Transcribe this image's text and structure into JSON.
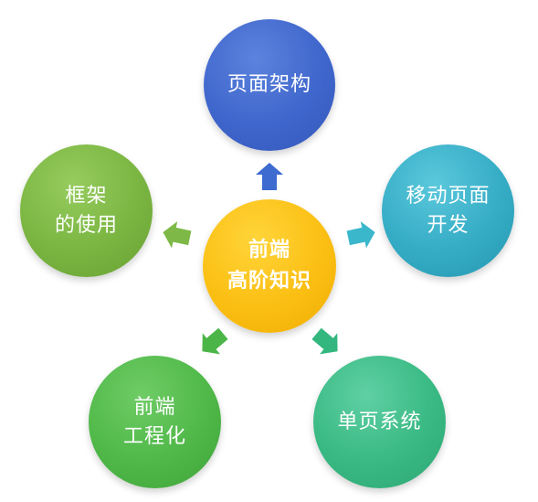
{
  "center": {
    "lines": [
      "前端",
      "高阶知识"
    ],
    "color": "#fbbf13"
  },
  "nodes": {
    "top": {
      "lines": [
        "页面架构"
      ],
      "color": "#3f66cc"
    },
    "right": {
      "lines": [
        "移动页面",
        "开发"
      ],
      "color": "#35acc5"
    },
    "bottom_right": {
      "lines": [
        "单页系统"
      ],
      "color": "#39b983"
    },
    "bottom_left": {
      "lines": [
        "前端",
        "工程化"
      ],
      "color": "#4fb848"
    },
    "left": {
      "lines": [
        "框架",
        "的使用"
      ],
      "color": "#7ab541"
    }
  },
  "arrow_colors": {
    "top": "#3d6bd0",
    "right": "#3bb7cc",
    "bottom_right": "#33b77e",
    "bottom_left": "#4cb548",
    "left": "#7eb947"
  }
}
